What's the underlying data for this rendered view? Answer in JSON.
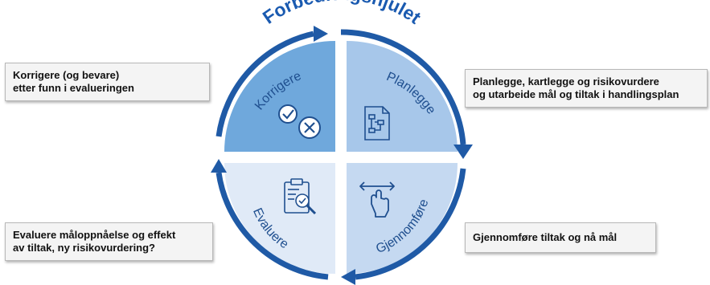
{
  "title": "Forbedringshjulet",
  "quadrants": {
    "korrigere": "Korrigere",
    "planlegge": "Planlegge",
    "gjennomfore": "Gjennomføre",
    "evaluere": "Evaluere"
  },
  "callouts": {
    "top_left": "Korrigere (og bevare)\netter funn i evalueringen",
    "top_right": "Planlegge, kartlegge og risikovurdere\nog utarbeide mål og tiltak i handlingsplan",
    "bottom_right": "Gjennomføre tiltak og nå mål",
    "bottom_left": "Evaluere måloppnåelse og effekt\nav tiltak, ny risikovurdering?"
  },
  "colors": {
    "korrigere": "#6fa8dc",
    "planlegge": "#a7c7ea",
    "gjennomfore": "#c5d9f1",
    "evaluere": "#e0eaf7",
    "arrow": "#1f5aa6",
    "title": "#1a5ab0"
  },
  "icons": {
    "korrigere": [
      "check-circle-icon",
      "x-circle-icon"
    ],
    "planlegge": "flowchart-document-icon",
    "gjennomfore": "swipe-hand-icon",
    "evaluere": "clipboard-magnifier-icon"
  }
}
